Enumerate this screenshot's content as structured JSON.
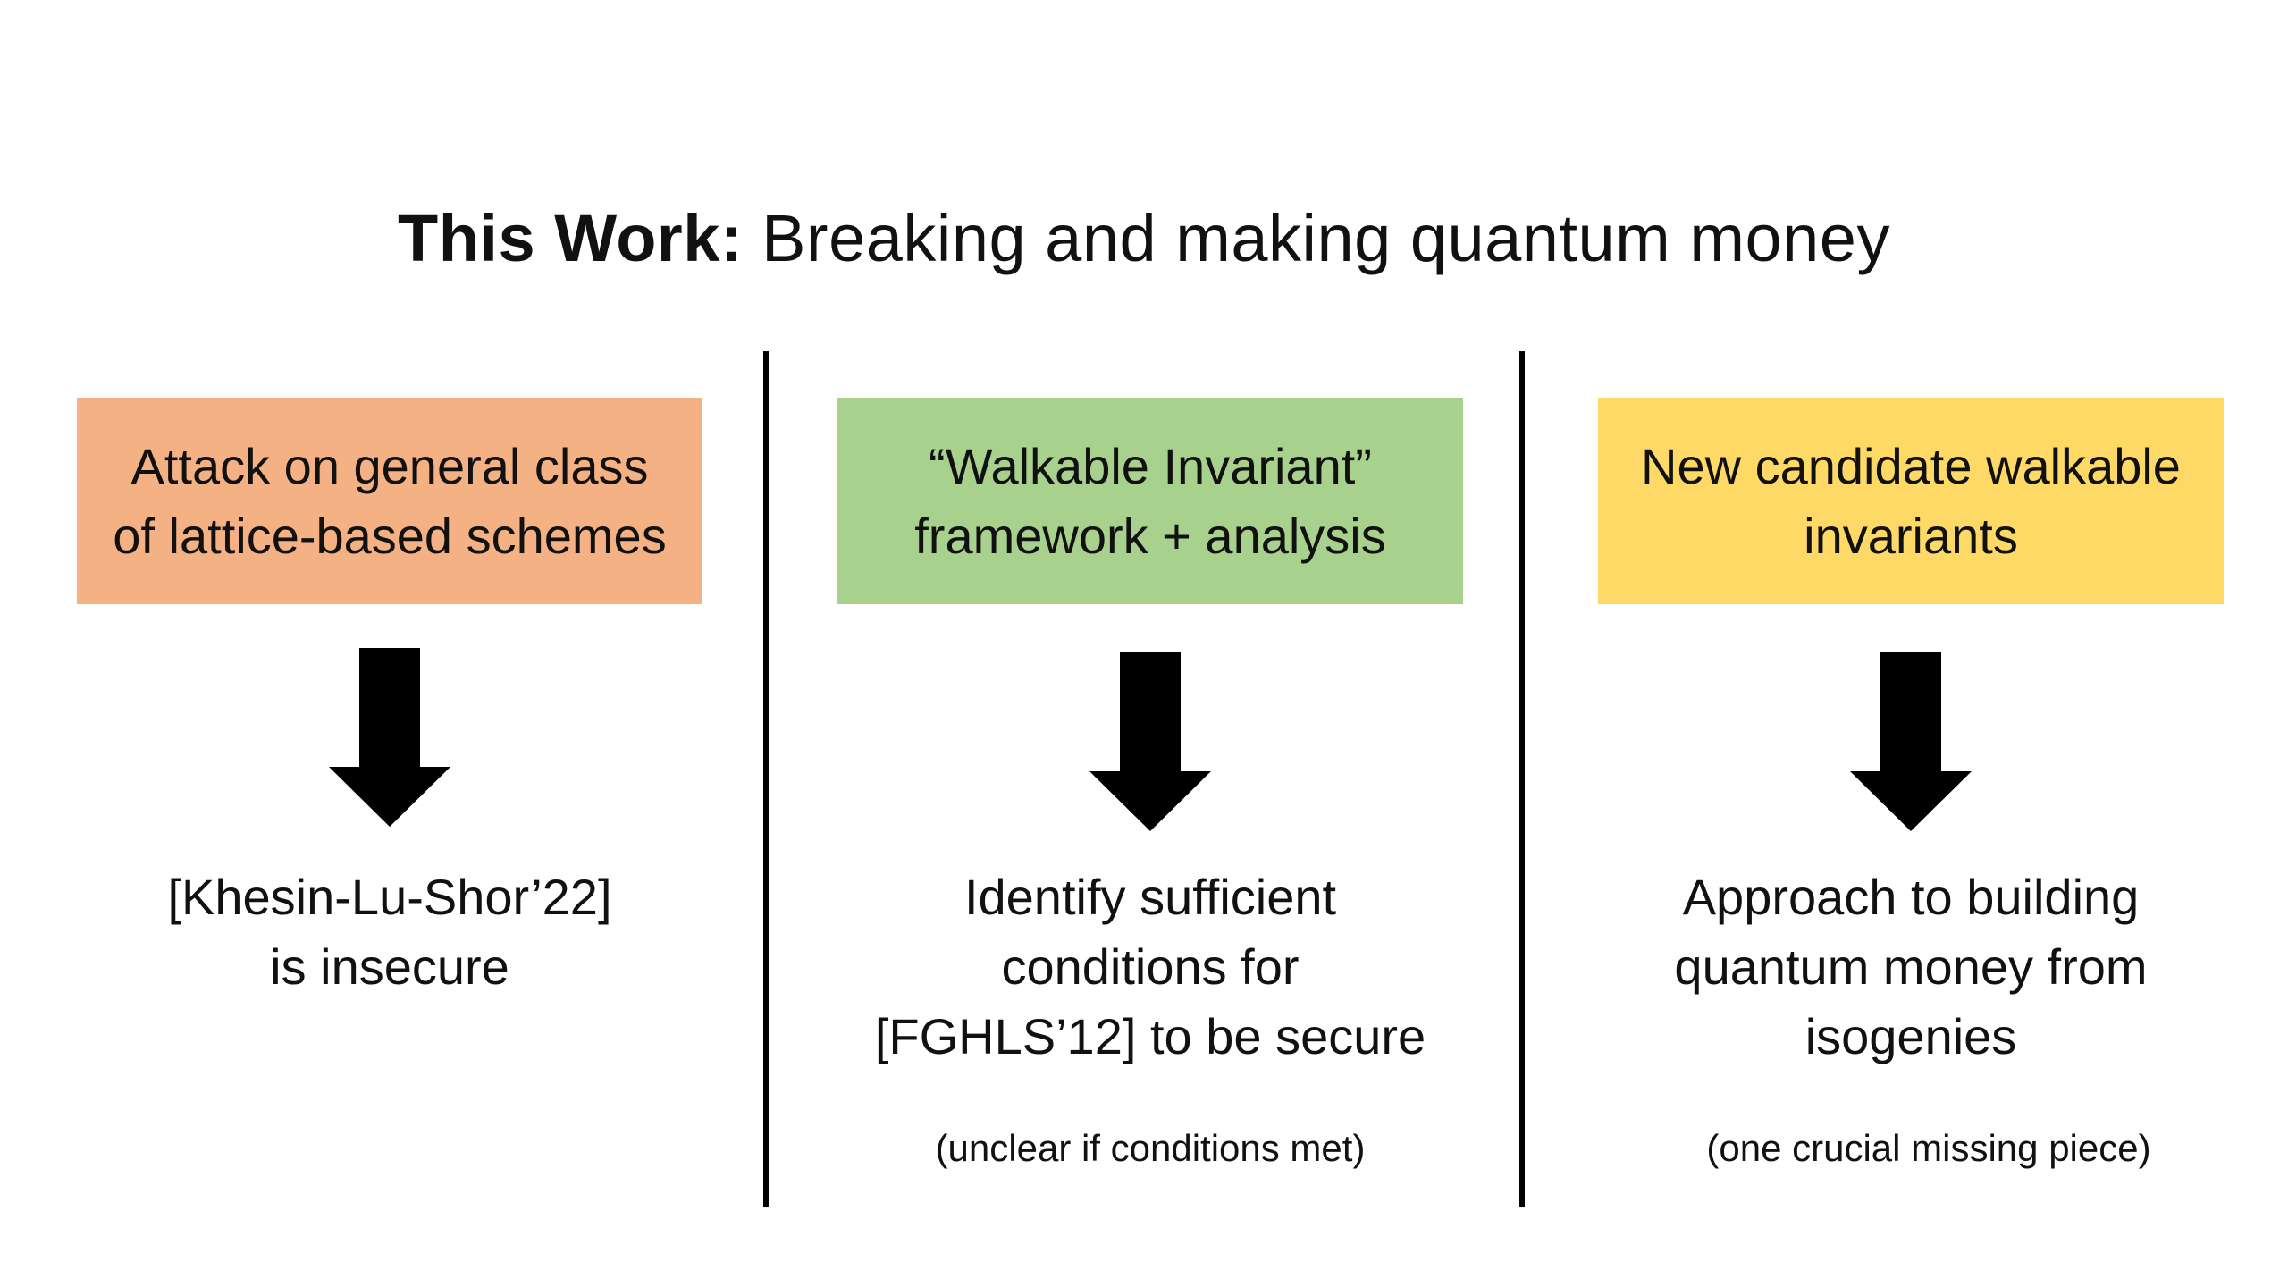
{
  "title": {
    "bold": "This Work:",
    "rest": "Breaking and making quantum money"
  },
  "columns": [
    {
      "box_lines": [
        "Attack on general class",
        "of lattice-based schemes"
      ],
      "box_color": "#F4B183",
      "outcome_lines": [
        "[Khesin-Lu-Shor’22]",
        "is insecure"
      ],
      "note": ""
    },
    {
      "box_lines": [
        "“Walkable Invariant”",
        "framework + analysis"
      ],
      "box_color": "#A9D18E",
      "outcome_lines": [
        "Identify sufficient",
        "conditions for",
        "[FGHLS’12] to be secure"
      ],
      "note": "(unclear if conditions met)"
    },
    {
      "box_lines": [
        "New candidate walkable",
        "invariants"
      ],
      "box_color": "#FFD966",
      "outcome_lines": [
        "Approach to building",
        "quantum money from",
        "isogenies"
      ],
      "note": "(one crucial missing piece)"
    }
  ]
}
